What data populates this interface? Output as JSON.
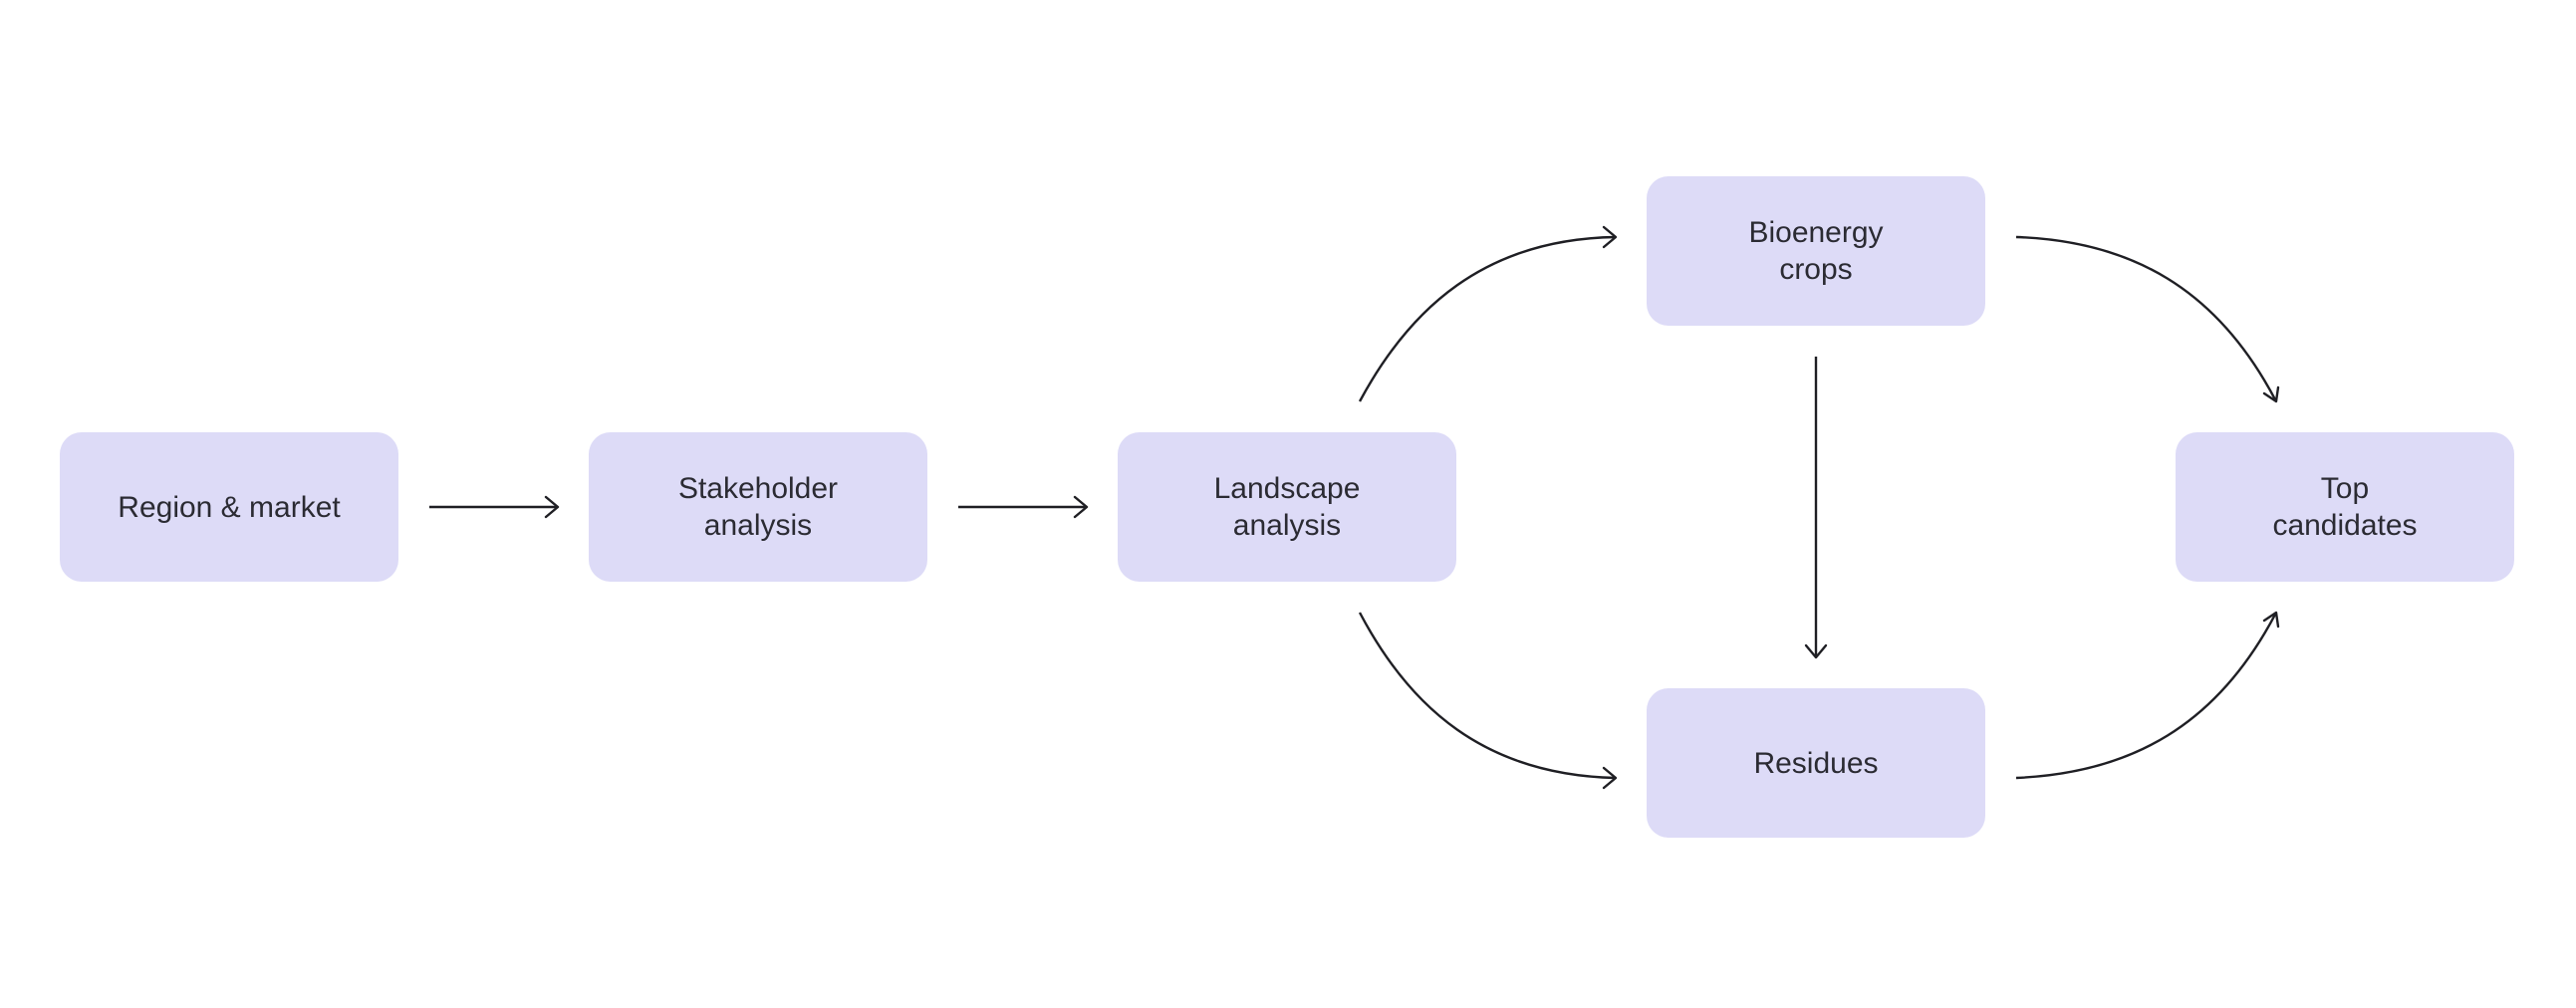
{
  "diagram": {
    "nodes": {
      "region": {
        "label": "Region & market"
      },
      "stakeholder": {
        "label": "Stakeholder\nanalysis"
      },
      "landscape": {
        "label": "Landscape\nanalysis"
      },
      "bioenergy": {
        "label": "Bioenergy\ncrops"
      },
      "residues": {
        "label": "Residues"
      },
      "top": {
        "label": "Top\ncandidates"
      }
    },
    "edges": [
      {
        "from": "region",
        "to": "stakeholder"
      },
      {
        "from": "stakeholder",
        "to": "landscape"
      },
      {
        "from": "landscape",
        "to": "bioenergy"
      },
      {
        "from": "landscape",
        "to": "residues"
      },
      {
        "from": "bioenergy",
        "to": "residues"
      },
      {
        "from": "bioenergy",
        "to": "top"
      },
      {
        "from": "residues",
        "to": "top"
      }
    ],
    "colors": {
      "node_fill": "#dddbf7",
      "text": "#2b2b33",
      "edge": "#1f1f24"
    }
  }
}
